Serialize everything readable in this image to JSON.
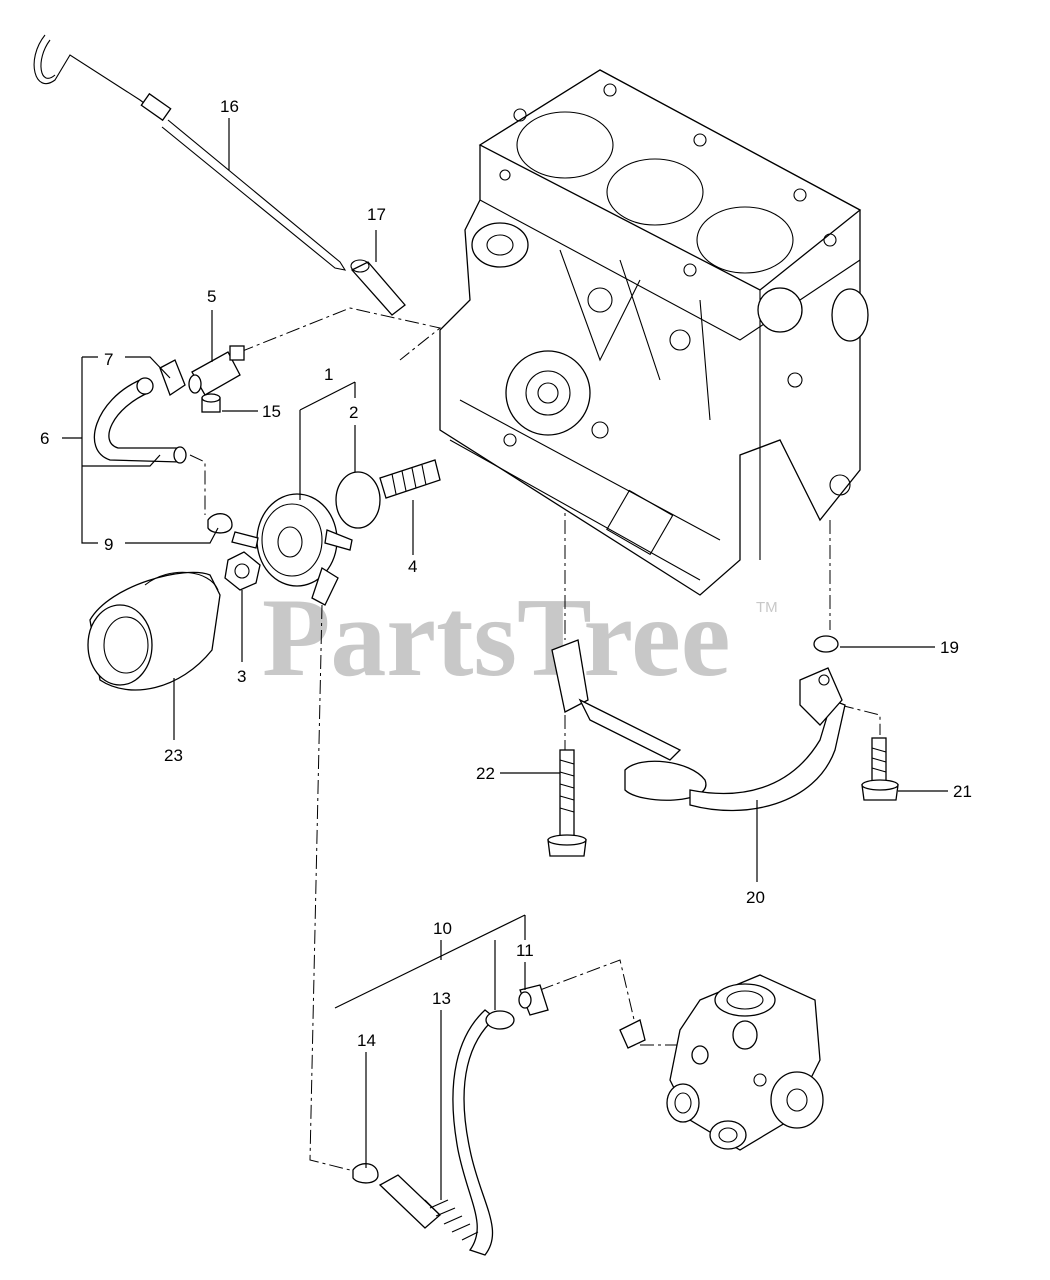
{
  "watermark": {
    "text": "PartsTree",
    "trademark": "TM",
    "color": "#c8c8c8"
  },
  "callouts": {
    "c1": "1",
    "c2": "2",
    "c3": "3",
    "c4": "4",
    "c5": "5",
    "c6": "6",
    "c7": "7",
    "c9": "9",
    "c10": "10",
    "c11": "11",
    "c13": "13",
    "c14": "14",
    "c15": "15",
    "c16": "16",
    "c17": "17",
    "c19": "19",
    "c20": "20",
    "c21": "21",
    "c22": "22",
    "c23": "23"
  }
}
